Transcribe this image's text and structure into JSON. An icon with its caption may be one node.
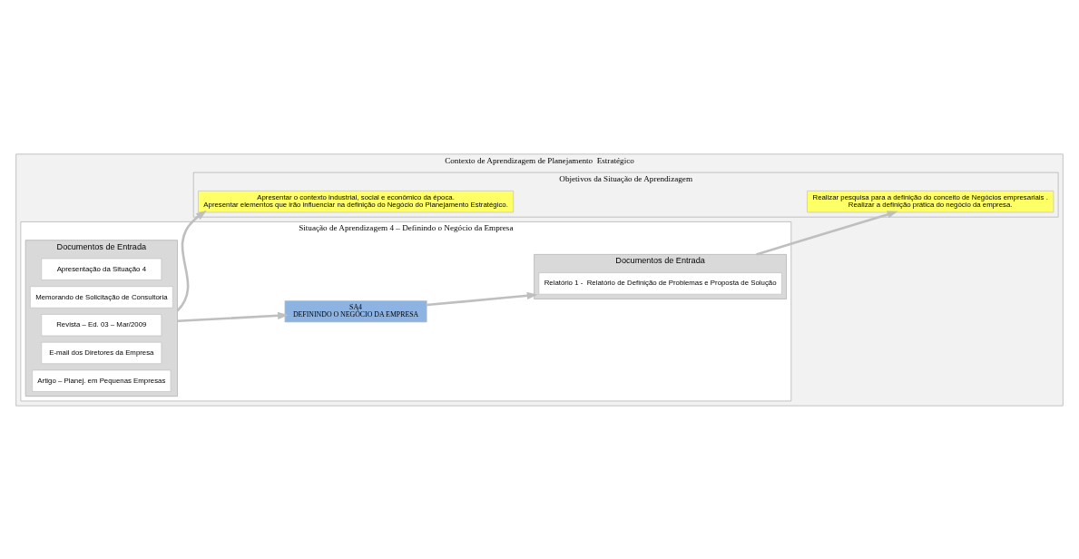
{
  "diagram": {
    "nodes": [
      {
        "text": [
          "Contexto de Aprendizagem de Planejamento  Estratégico"
        ]
      },
      {
        "text": [
          "Situação de Aprendizagem 4 – Definindo o Negócio da Empresa"
        ],
        "in": 0
      },
      {
        "text": [
          "Documentos de Entrada"
        ],
        "in": 1
      },
      {
        "text": [
          "Apresentação da Situação 4"
        ],
        "in": 2
      },
      {
        "text": [
          "Memorando de Solicitação de Consultoria"
        ],
        "in": 2
      },
      {
        "text": [
          "Revista – Ed. 03 – Mar/2009"
        ],
        "in": 2
      },
      {
        "text": [
          "E-mail dos Diretores da Empresa"
        ],
        "in": 2
      },
      {
        "text": [
          "Artigo – Planej. em Pequenas Empresas"
        ],
        "in": 2
      },
      {
        "text": [
          "SA4",
          "DEFININDO O NEGÓCIO DA EMPRESA"
        ],
        "in": 1
      },
      {
        "text": [
          "Documentos de Entrada"
        ],
        "in": 1
      },
      {
        "text": [
          "Relatório 1 -  Relatório de Definição de Problemas e Proposta de Solução"
        ],
        "in": 9
      },
      {
        "text": [
          "Objetivos da Situação de Aprendizagem"
        ],
        "in": 0
      },
      {
        "text": [
          "Apresentar o contexto industrial, social e econômico da época.",
          "Apresentar elementos que irão influenciar na definição do Negócio do Planejamento Estratégico."
        ],
        "in": 11
      },
      {
        "text": [
          "Realizar pesquisa para a definição do conceito de Negócios empresariais .",
          "Realizar a definição prática do negócio da empresa."
        ],
        "in": 11
      }
    ],
    "edges": [
      {
        "from": 2,
        "to": 8,
        "arrow": "to"
      },
      {
        "from": 8,
        "to": 9,
        "arrow": "to"
      },
      {
        "from": 2,
        "to": 12,
        "arrow": "to"
      },
      {
        "from": 9,
        "to": 13,
        "arrow": "to"
      }
    ]
  }
}
